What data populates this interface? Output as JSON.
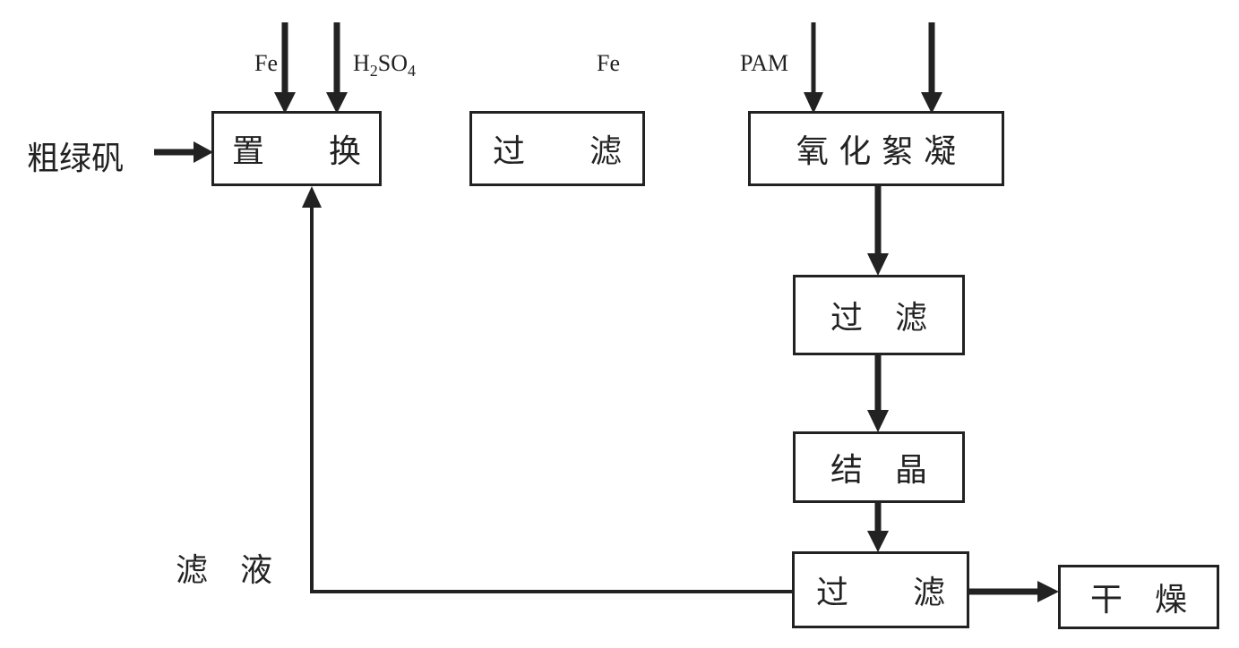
{
  "colors": {
    "line": "#222222",
    "background": "#ffffff"
  },
  "nodes": {
    "replace": "置　　换",
    "filter1": "过　　滤",
    "oxidize": "氧 化 絮 凝",
    "filter2": "过　滤",
    "crystal": "结　晶",
    "filter3": "过　　滤",
    "dry": "干　燥"
  },
  "labels": {
    "raw_material": "粗绿矾",
    "fe1": "Fe",
    "h2so4": {
      "h": "H",
      "sub2": "2",
      "so": "SO",
      "sub4": "4"
    },
    "fe2": "Fe",
    "pam": "PAM",
    "filtrate": "滤　液"
  }
}
